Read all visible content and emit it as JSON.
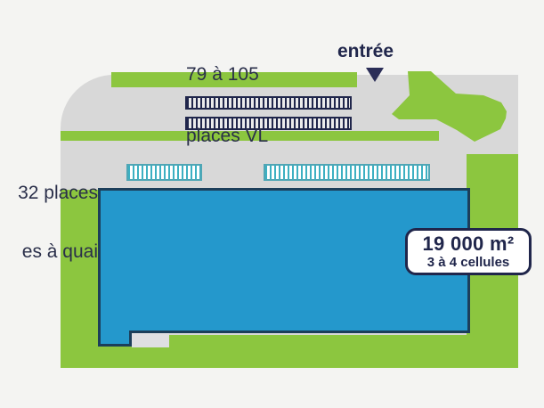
{
  "labels": {
    "parking_vl_line1": "79 à 105",
    "parking_vl_line2": "places VL",
    "entrance": "entrée",
    "dock_line1": "32 places",
    "dock_line2": "es à quai",
    "badge_area": "19 000 m²",
    "badge_cells": "3 à 4 cellules"
  },
  "colors": {
    "background": "#f4f4f2",
    "road_gray": "#d8d8d8",
    "green": "#8cc63f",
    "building_blue": "#2498cc",
    "building_border": "#1c3e5a",
    "navy": "#20264b",
    "teal": "#3cb0c2",
    "teal_border": "#4fa6b5",
    "annex_gray": "#dfdfe2"
  }
}
